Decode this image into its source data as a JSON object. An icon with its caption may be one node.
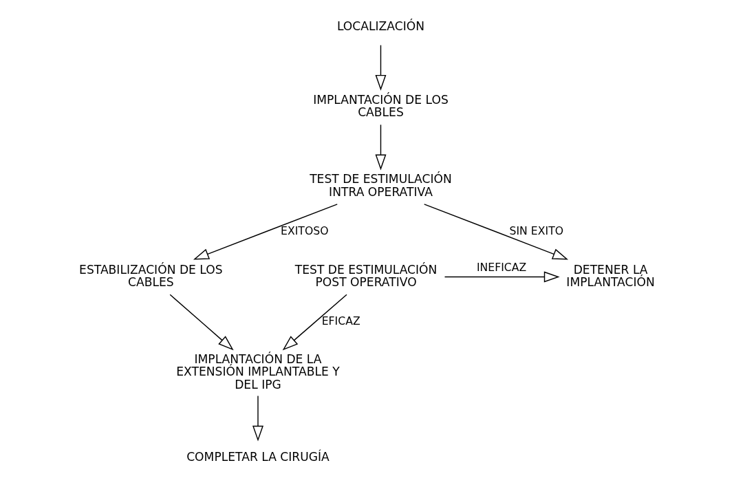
{
  "diagram": {
    "nodes": [
      {
        "text": [
          "LOCALIZACIÓN"
        ]
      },
      {
        "text": [
          "IMPLANTACIÓN DE LOS CABLES"
        ]
      },
      {
        "text": [
          "TEST DE ESTIMULACIÓN INTRA OPERATIVA"
        ]
      },
      {
        "text": [
          "ESTABILIZACIÓN DE LOS CABLES"
        ]
      },
      {
        "text": [
          "TEST DE ESTIMULACIÓN POST OPERATIVO"
        ]
      },
      {
        "text": [
          "DETENER LA IMPLANTACIÓN"
        ]
      },
      {
        "text": [
          "IMPLANTACIÓN DE LA EXTENSIÓN IMPLANTABLE Y DEL IPG"
        ]
      },
      {
        "text": [
          "COMPLETAR LA CIRUGÍA"
        ]
      }
    ],
    "edges": [
      {
        "from": 0,
        "to": 1,
        "arrow": "to"
      },
      {
        "from": 1,
        "to": 2,
        "arrow": "to"
      },
      {
        "from": 2,
        "to": 3,
        "arrow": "to",
        "label": "EXITOSO"
      },
      {
        "from": 2,
        "to": 5,
        "arrow": "to",
        "label": "SIN EXITO"
      },
      {
        "from": 4,
        "to": 5,
        "arrow": "to",
        "label": "INEFICAZ"
      },
      {
        "from": 4,
        "to": 6,
        "arrow": "to",
        "label": "EFICAZ"
      },
      {
        "from": 3,
        "to": 6,
        "arrow": "to"
      },
      {
        "from": 6,
        "to": 7,
        "arrow": "to"
      }
    ]
  }
}
